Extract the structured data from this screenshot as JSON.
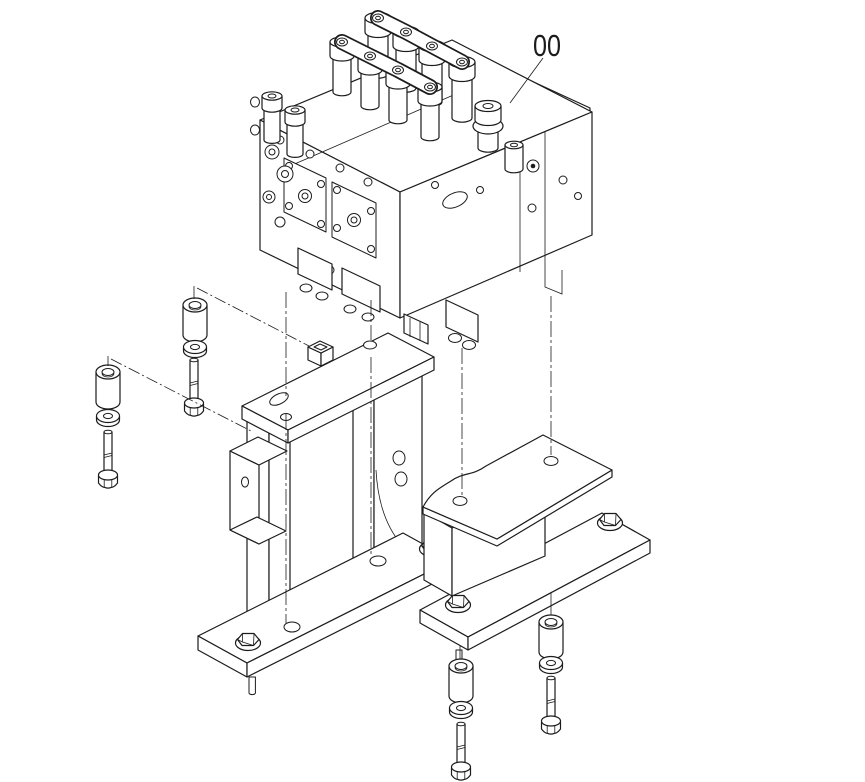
{
  "diagram": {
    "background_color": "#ffffff",
    "line_color": "#1c1c1c",
    "callout": {
      "label": "00"
    },
    "parts": [
      {
        "id": "control-valve-assembly"
      },
      {
        "id": "mounting-bracket-left"
      },
      {
        "id": "mounting-bracket-right"
      },
      {
        "id": "spacer-upper-left"
      },
      {
        "id": "washer-upper-left"
      },
      {
        "id": "hex-bolt-upper-left"
      },
      {
        "id": "spacer-lower-left"
      },
      {
        "id": "washer-lower-left"
      },
      {
        "id": "hex-bolt-lower-left"
      },
      {
        "id": "spacer-bottom-center"
      },
      {
        "id": "washer-bottom-center"
      },
      {
        "id": "hex-bolt-bottom-center"
      },
      {
        "id": "spacer-bottom-right"
      },
      {
        "id": "washer-bottom-right"
      },
      {
        "id": "hex-bolt-bottom-right"
      }
    ]
  }
}
